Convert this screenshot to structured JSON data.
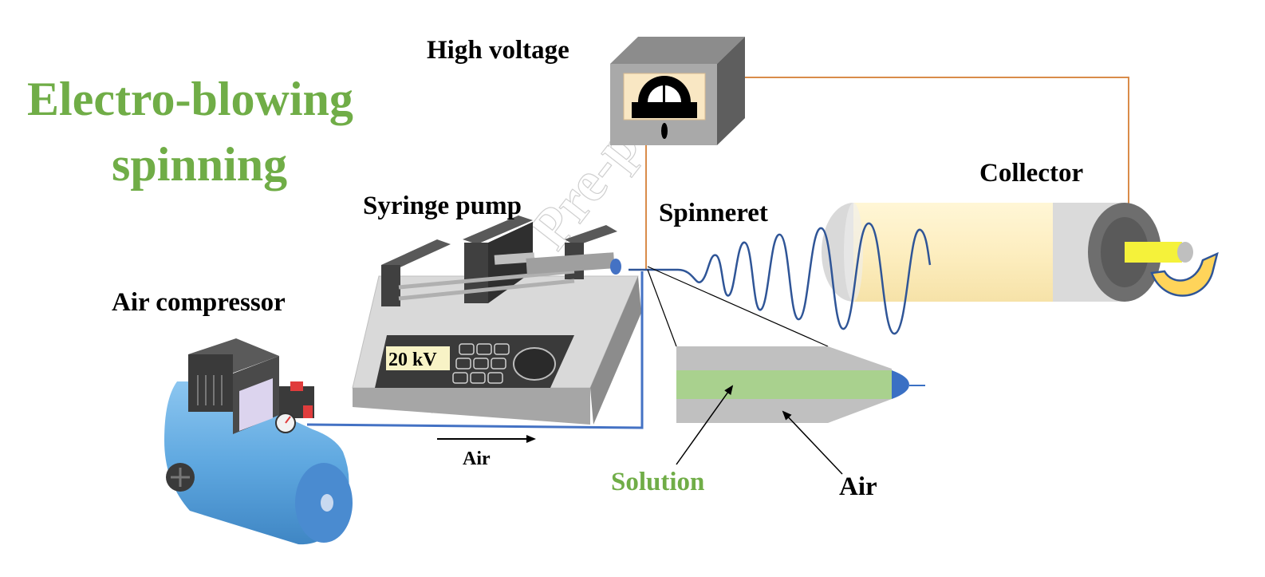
{
  "title": {
    "line1": "Electro-blowing",
    "line2": "spinning"
  },
  "labels": {
    "high_voltage": "High voltage",
    "collector": "Collector",
    "syringe_pump": "Syringe pump",
    "spinneret": "Spinneret",
    "air_compressor": "Air compressor",
    "air_flow": "Air",
    "solution": "Solution",
    "air_sheath": "Air"
  },
  "pump_display": "20 kV",
  "watermark": "Journal Pre-proof",
  "colors": {
    "title_green": "#70ad47",
    "solution_green": "#a9d18e",
    "wire_orange": "#d98c4a",
    "tube_blue": "#4472c4",
    "tank_blue": "#5fa8e0",
    "collector_yellow": "#fdf0c2",
    "jet_blue": "#2f5597"
  }
}
